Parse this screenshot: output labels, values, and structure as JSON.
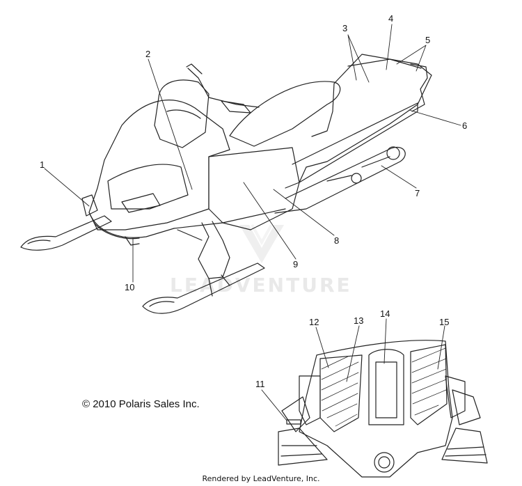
{
  "callouts": [
    {
      "label": "1"
    },
    {
      "label": "2"
    },
    {
      "label": "3"
    },
    {
      "label": "4"
    },
    {
      "label": "5"
    },
    {
      "label": "6"
    },
    {
      "label": "7"
    },
    {
      "label": "8"
    },
    {
      "label": "9"
    },
    {
      "label": "10"
    },
    {
      "label": "11"
    },
    {
      "label": "12"
    },
    {
      "label": "13"
    },
    {
      "label": "14"
    },
    {
      "label": "15"
    }
  ],
  "copyright": "© 2010 Polaris Sales Inc.",
  "footer": "Rendered by LeadVenture, Inc.",
  "watermark": "LEADVENTURE",
  "colors": {
    "line": "#222222",
    "watermark": "#e6e6e6"
  }
}
